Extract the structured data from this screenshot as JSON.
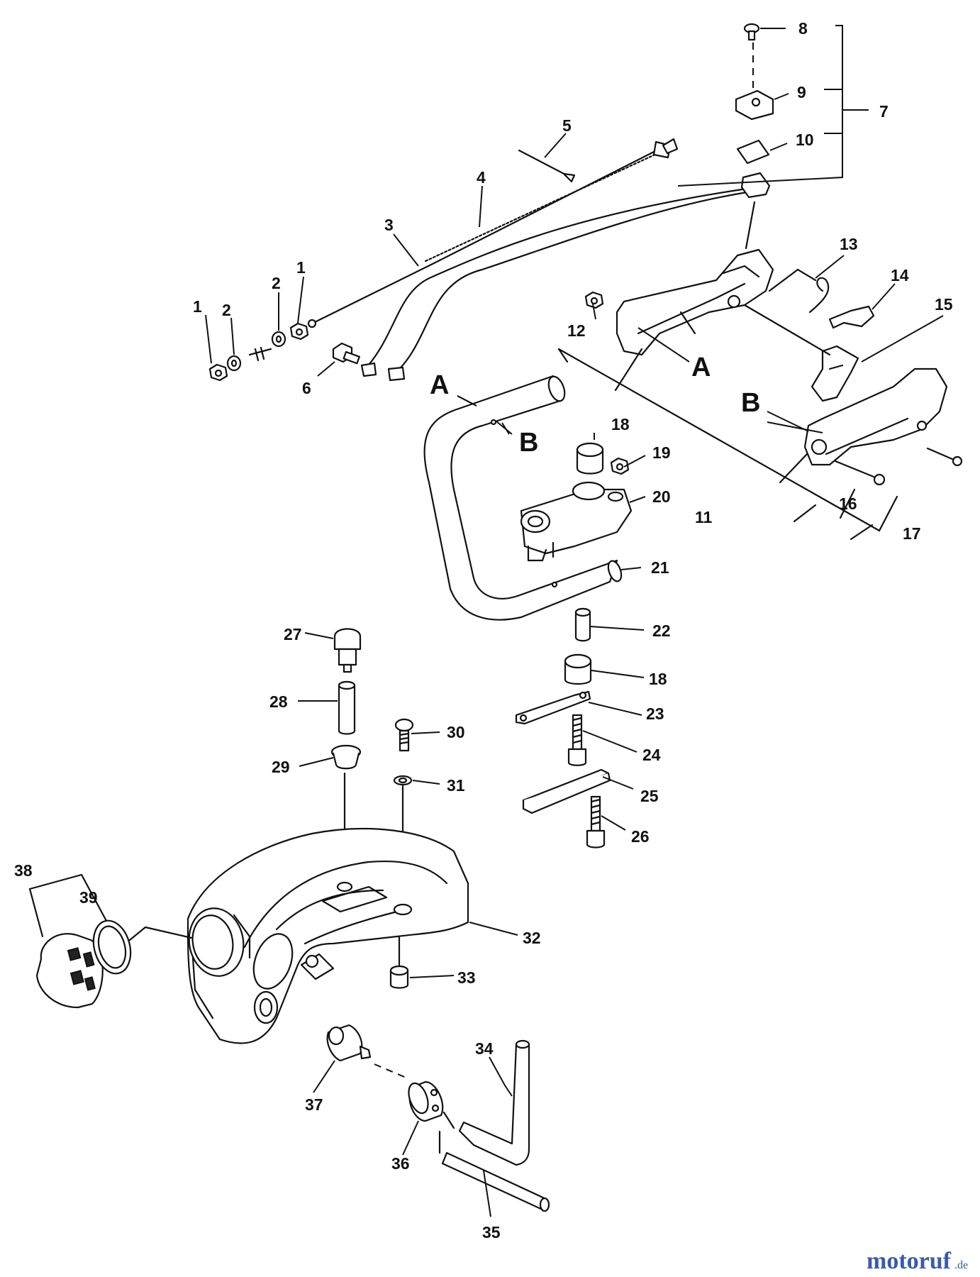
{
  "watermark": {
    "brand": "motoruf",
    "suffix": ".de",
    "color_brand": "#3a5ba8",
    "color_dot": "#e07b1a"
  },
  "callouts": {
    "n1a": "1",
    "n1b": "1",
    "n2a": "2",
    "n2b": "2",
    "n3": "3",
    "n4": "4",
    "n5": "5",
    "n6": "6",
    "n7": "7",
    "n8": "8",
    "n9": "9",
    "n10": "10",
    "n11": "11",
    "n12": "12",
    "n13": "13",
    "n14": "14",
    "n15": "15",
    "n16": "16",
    "n17": "17",
    "n18a": "18",
    "n18b": "18",
    "n19": "19",
    "n20": "20",
    "n21": "21",
    "n22": "22",
    "n23": "23",
    "n24": "24",
    "n25": "25",
    "n26": "26",
    "n27": "27",
    "n28": "28",
    "n29": "29",
    "n30": "30",
    "n31": "31",
    "n32": "32",
    "n33": "33",
    "n34": "34",
    "n35": "35",
    "n36": "36",
    "n37": "37",
    "n38": "38",
    "n39": "39"
  },
  "connectors": {
    "a1": "A",
    "a2": "A",
    "b1": "B",
    "b2": "B"
  }
}
